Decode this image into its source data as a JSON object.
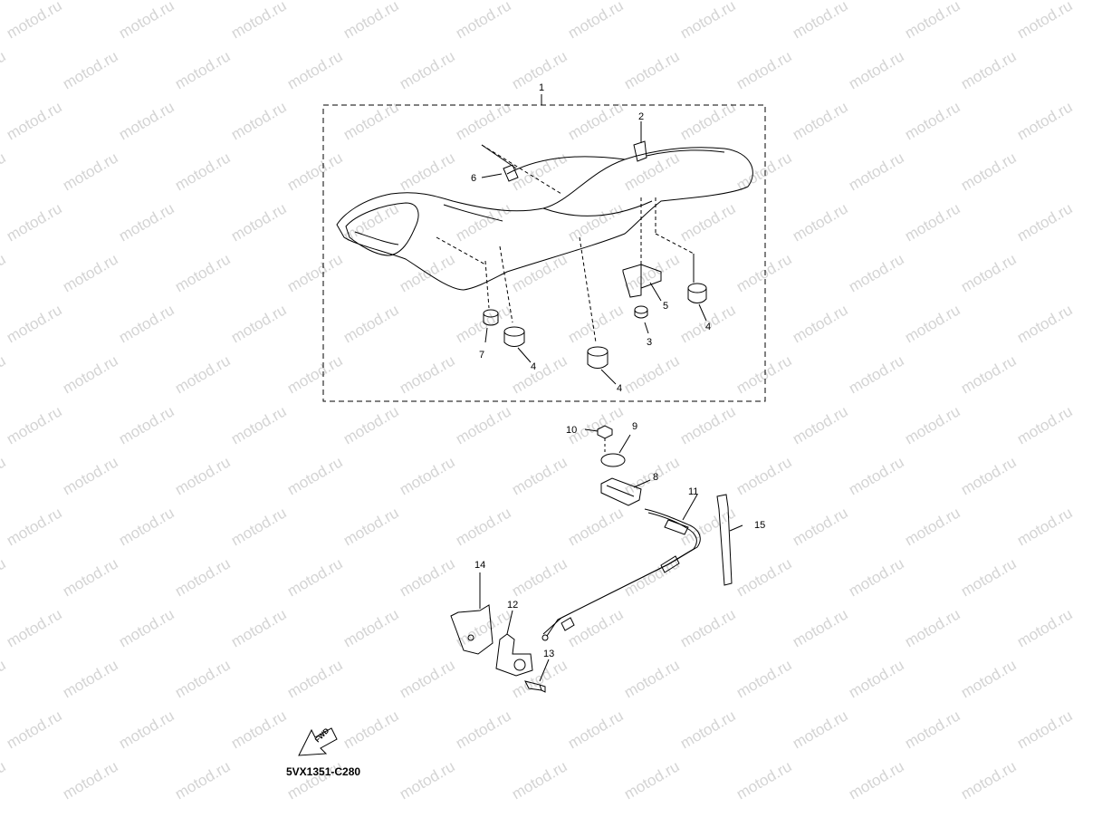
{
  "watermark": {
    "text": "motod.ru"
  },
  "diagram": {
    "code": "5VX1351-C280",
    "fwd_label": "FWD",
    "callouts": [
      {
        "id": "1",
        "label": "1"
      },
      {
        "id": "2",
        "label": "2"
      },
      {
        "id": "3",
        "label": "3"
      },
      {
        "id": "4a",
        "label": "4"
      },
      {
        "id": "4b",
        "label": "4"
      },
      {
        "id": "4c",
        "label": "4"
      },
      {
        "id": "5",
        "label": "5"
      },
      {
        "id": "6",
        "label": "6"
      },
      {
        "id": "7",
        "label": "7"
      },
      {
        "id": "8",
        "label": "8"
      },
      {
        "id": "9",
        "label": "9"
      },
      {
        "id": "10",
        "label": "10"
      },
      {
        "id": "11",
        "label": "11"
      },
      {
        "id": "12",
        "label": "12"
      },
      {
        "id": "13",
        "label": "13"
      },
      {
        "id": "14",
        "label": "14"
      },
      {
        "id": "15",
        "label": "15"
      }
    ]
  },
  "colors": {
    "line": "#000000",
    "watermark": "#d4d4d4",
    "background": "#ffffff"
  }
}
